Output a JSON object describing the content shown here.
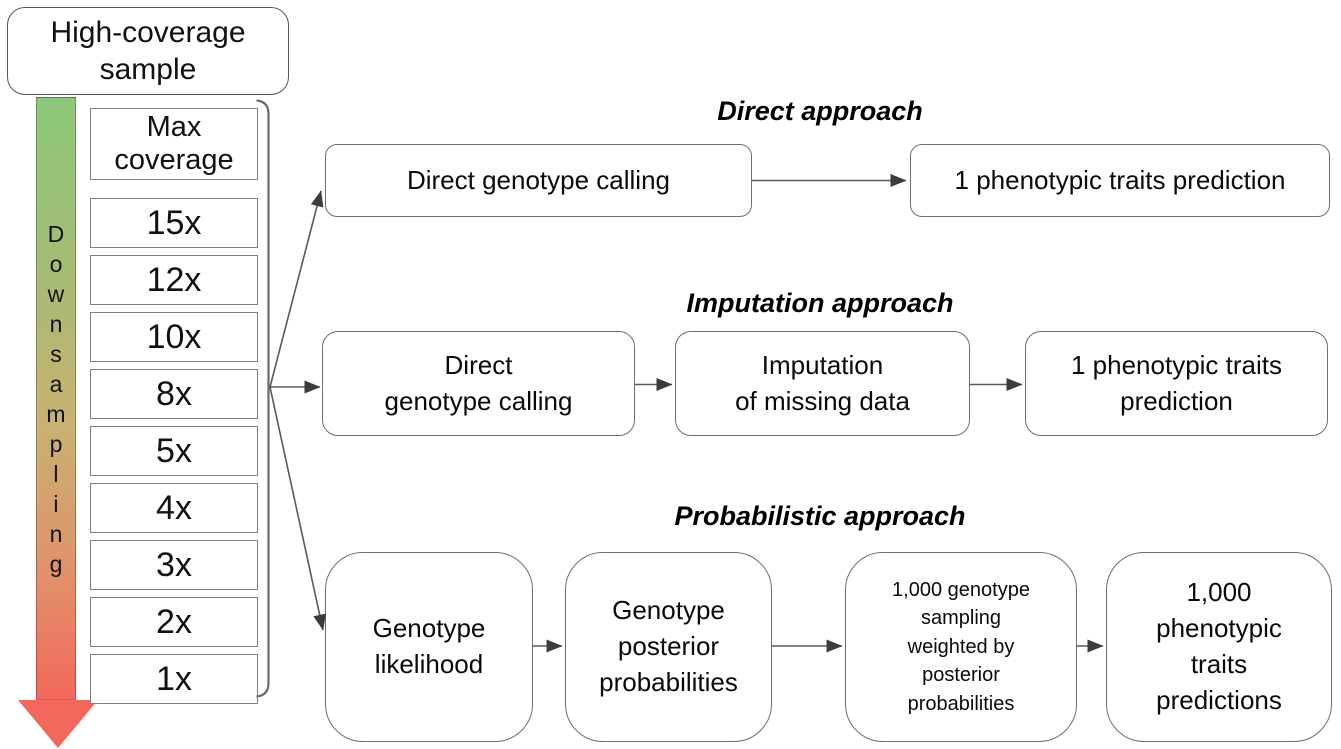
{
  "palette": {
    "background": "#ffffff",
    "arrow_gradient_top": "#8cc87a",
    "arrow_gradient_mid": "#c9b171",
    "arrow_gradient_bottom": "#f3685d",
    "box_border": "#6e6e6e",
    "connector_line": "#5a5a5a",
    "connector_arrowhead": "#3c3c3c",
    "text": "#111111"
  },
  "sample_box": {
    "label": "High-coverage\nsample"
  },
  "downsampling": {
    "label": "Downsampling",
    "label_vertical": "D\no\nw\nn\ns\na\nm\np\nl\ni\nn\ng"
  },
  "coverage": {
    "items": [
      "Max\ncoverage",
      "15x",
      "12x",
      "10x",
      "8x",
      "5x",
      "4x",
      "3x",
      "2x",
      "1x"
    ]
  },
  "approaches": [
    {
      "title": "Direct approach",
      "boxes": [
        "Direct genotype calling",
        "1 phenotypic traits prediction"
      ]
    },
    {
      "title": "Imputation approach",
      "boxes": [
        "Direct\ngenotype calling",
        "Imputation\nof missing data",
        "1 phenotypic traits\nprediction"
      ]
    },
    {
      "title": "Probabilistic approach",
      "boxes": [
        "Genotype\nlikelihood",
        "Genotype\nposterior\nprobabilities",
        "1,000 genotype\nsampling\nweighted by\nposterior\nprobabilities",
        "1,000\nphenotypic\ntraits\npredictions"
      ]
    }
  ]
}
